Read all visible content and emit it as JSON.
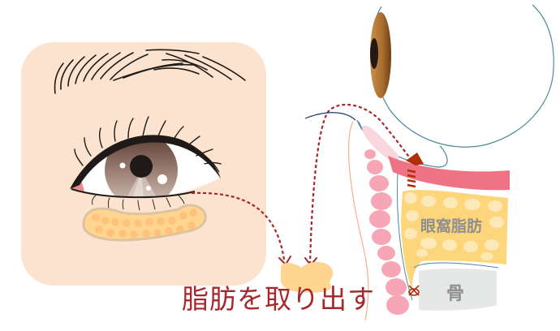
{
  "caption": "脂肪を取り出す",
  "labels": {
    "orbital_fat": "眼窩脂肪",
    "bone": "骨"
  },
  "panels": {
    "front_view": "face-closeup-eye",
    "side_view": "cross-section-eye-orbit"
  },
  "colors": {
    "skin_panel": "#fbe3cf",
    "fat": "#ffd590",
    "fat_globule": "#ffbf7a",
    "orbital_fat": "#fdd57a",
    "orbital_fat_light": "#fde8b8",
    "muscle_pink": "#ee7384",
    "lid_pink": "#f6a6b4",
    "bone_gray": "#e6e7e7",
    "dashed_arrow": "#a7282c",
    "outline_teal": "#4b8a9c",
    "iris_brown": "#8b6a5c",
    "caption_red": "#a7282c",
    "label_gray": "#8f8f8f"
  }
}
